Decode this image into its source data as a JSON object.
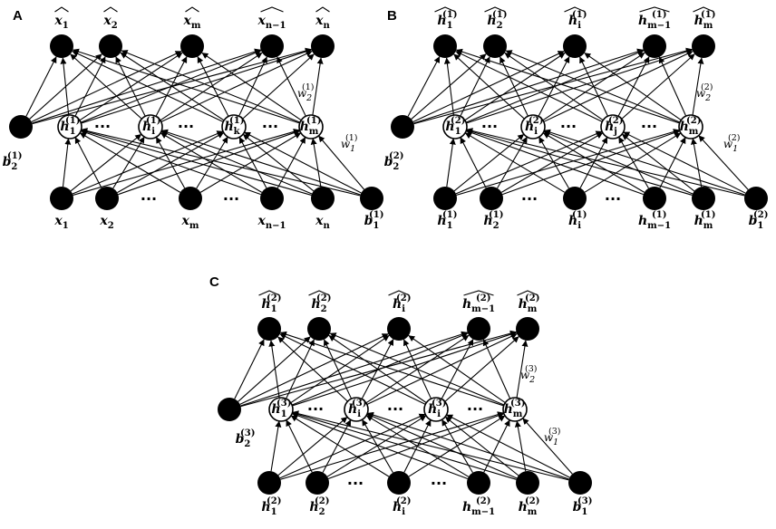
{
  "panels": [
    {
      "letter": "A",
      "output": [
        {
          "base": "x",
          "sub": "1",
          "sup": "",
          "hat": true
        },
        {
          "base": "x",
          "sub": "2",
          "sup": "",
          "hat": true
        },
        {
          "base": "x",
          "sub": "m",
          "sup": "",
          "hat": true
        },
        {
          "base": "x",
          "sub": "n−1",
          "sup": "",
          "hat": true
        },
        {
          "base": "x",
          "sub": "n",
          "sup": "",
          "hat": true
        }
      ],
      "hidden": [
        {
          "base": "h",
          "sub": "1",
          "sup": "(1)"
        },
        {
          "base": "h",
          "sub": "i",
          "sup": "(1)"
        },
        {
          "base": "h",
          "sub": "k",
          "sup": "(1)"
        },
        {
          "base": "h",
          "sub": "m",
          "sup": "(1)"
        }
      ],
      "input": [
        {
          "base": "x",
          "sub": "1",
          "sup": ""
        },
        {
          "base": "x",
          "sub": "2",
          "sup": ""
        },
        {
          "base": "x",
          "sub": "m",
          "sup": ""
        },
        {
          "base": "x",
          "sub": "n−1",
          "sup": ""
        },
        {
          "base": "x",
          "sub": "n",
          "sup": ""
        },
        {
          "base": "b",
          "sub": "1",
          "sup": "(1)"
        }
      ],
      "hidden_bias": {
        "base": "b",
        "sub": "2",
        "sup": "(1)"
      },
      "w_top": {
        "base": "w",
        "sub": "2",
        "sup": "(1)"
      },
      "w_bottom": {
        "base": "w",
        "sub": "1",
        "sup": "(1)"
      },
      "dots": "···"
    },
    {
      "letter": "B",
      "output": [
        {
          "base": "h",
          "sub": "1",
          "sup": "(1)",
          "hat": true
        },
        {
          "base": "h",
          "sub": "2",
          "sup": "(1)",
          "hat": true
        },
        {
          "base": "h",
          "sub": "i",
          "sup": "(1)",
          "hat": true
        },
        {
          "base": "h",
          "sub": "m−1",
          "sup": "(1)",
          "hat": true
        },
        {
          "base": "h",
          "sub": "m",
          "sup": "(1)",
          "hat": true
        }
      ],
      "hidden": [
        {
          "base": "h",
          "sub": "1",
          "sup": "(2)"
        },
        {
          "base": "h",
          "sub": "i",
          "sup": "(2)"
        },
        {
          "base": "h",
          "sub": "j",
          "sup": "(2)"
        },
        {
          "base": "h",
          "sub": "m",
          "sup": "(2)"
        }
      ],
      "input": [
        {
          "base": "h",
          "sub": "1",
          "sup": "(1)"
        },
        {
          "base": "h",
          "sub": "2",
          "sup": "(1)"
        },
        {
          "base": "h",
          "sub": "i",
          "sup": "(1)"
        },
        {
          "base": "h",
          "sub": "m−1",
          "sup": "(1)"
        },
        {
          "base": "h",
          "sub": "m",
          "sup": "(1)"
        },
        {
          "base": "b",
          "sub": "1",
          "sup": "(2)"
        }
      ],
      "hidden_bias": {
        "base": "b",
        "sub": "2",
        "sup": "(2)"
      },
      "w_top": {
        "base": "w",
        "sub": "2",
        "sup": "(2)"
      },
      "w_bottom": {
        "base": "w",
        "sub": "1",
        "sup": "(2)"
      },
      "dots": "···"
    },
    {
      "letter": "C",
      "output": [
        {
          "base": "h",
          "sub": "1",
          "sup": "(2)",
          "hat": true
        },
        {
          "base": "h",
          "sub": "2",
          "sup": "(2)",
          "hat": true
        },
        {
          "base": "h",
          "sub": "i",
          "sup": "(2)",
          "hat": true
        },
        {
          "base": "h",
          "sub": "m−1",
          "sup": "(2)",
          "hat": true
        },
        {
          "base": "h",
          "sub": "m",
          "sup": "(2)",
          "hat": true
        }
      ],
      "hidden": [
        {
          "base": "h",
          "sub": "1",
          "sup": "(3)"
        },
        {
          "base": "h",
          "sub": "i",
          "sup": "(3)"
        },
        {
          "base": "h",
          "sub": "i",
          "sup": "(3)"
        },
        {
          "base": "h",
          "sub": "m",
          "sup": "(3)"
        }
      ],
      "input": [
        {
          "base": "h",
          "sub": "1",
          "sup": "(2)"
        },
        {
          "base": "h",
          "sub": "2",
          "sup": "(2)"
        },
        {
          "base": "h",
          "sub": "i",
          "sup": "(2)"
        },
        {
          "base": "h",
          "sub": "m−1",
          "sup": "(2)"
        },
        {
          "base": "h",
          "sub": "m",
          "sup": "(2)"
        },
        {
          "base": "b",
          "sub": "1",
          "sup": "(3)"
        }
      ],
      "hidden_bias": {
        "base": "b",
        "sub": "2",
        "sup": "(3)"
      },
      "w_top": {
        "base": "w",
        "sub": "2",
        "sup": "(3)"
      },
      "w_bottom": {
        "base": "w",
        "sub": "1",
        "sup": "(3)"
      },
      "dots": "···"
    }
  ]
}
